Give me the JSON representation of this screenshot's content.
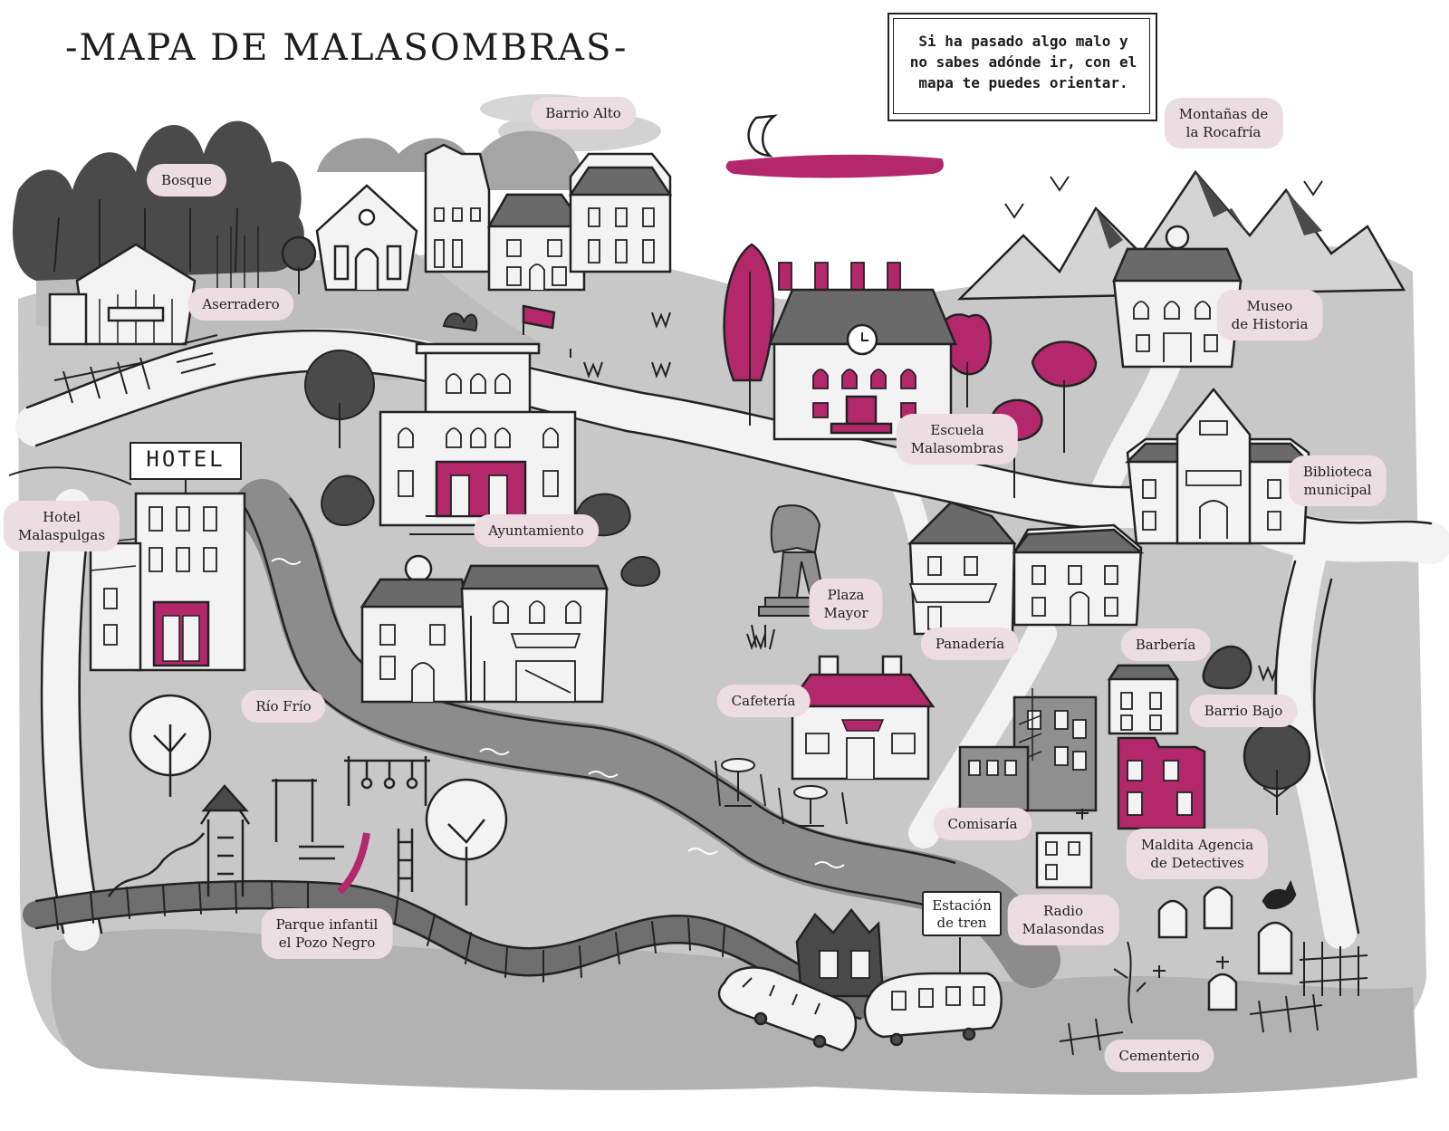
{
  "title": "-MAPA DE MALASOMBRAS-",
  "note": {
    "line1": "Si ha pasado algo malo y",
    "line2": "no sabes adónde ir, con el",
    "line3": "mapa te puedes orientar."
  },
  "hotel_sign": "HOTEL",
  "station_sign": {
    "line1": "Estación",
    "line2": "de tren"
  },
  "labels": {
    "barrio_alto": "Barrio Alto",
    "bosque": "Bosque",
    "aserradero": "Aserradero",
    "montanas": {
      "line1": "Montañas de",
      "line2": "la Rocafría"
    },
    "museo": {
      "line1": "Museo",
      "line2": "de Historia"
    },
    "escuela": {
      "line1": "Escuela",
      "line2": "Malasombras"
    },
    "biblioteca": {
      "line1": "Biblioteca",
      "line2": "municipal"
    },
    "hotel": {
      "line1": "Hotel",
      "line2": "Malaspulgas"
    },
    "ayuntamiento": "Ayuntamiento",
    "plaza": {
      "line1": "Plaza",
      "line2": "Mayor"
    },
    "panaderia": "Panadería",
    "barberia": "Barbería",
    "rio": "Río Frío",
    "cafeteria": "Cafetería",
    "barrio_bajo": "Barrio Bajo",
    "comisaria": "Comisaría",
    "agencia": {
      "line1": "Maldita Agencia",
      "line2": "de Detectives"
    },
    "radio": {
      "line1": "Radio",
      "line2": "Malasondas"
    },
    "parque": {
      "line1": "Parque infantil",
      "line2": "el Pozo Negro"
    },
    "cementerio": "Cementerio"
  },
  "colors": {
    "ground": "#c9c9c9",
    "ground_dark": "#a9a9a9",
    "road": "#f3f3f3",
    "river": "#8c8c8c",
    "accent": "#b3286a",
    "label_bg": "#ecdde3",
    "ink": "#222222",
    "dark_tree": "#4a4a4a"
  }
}
